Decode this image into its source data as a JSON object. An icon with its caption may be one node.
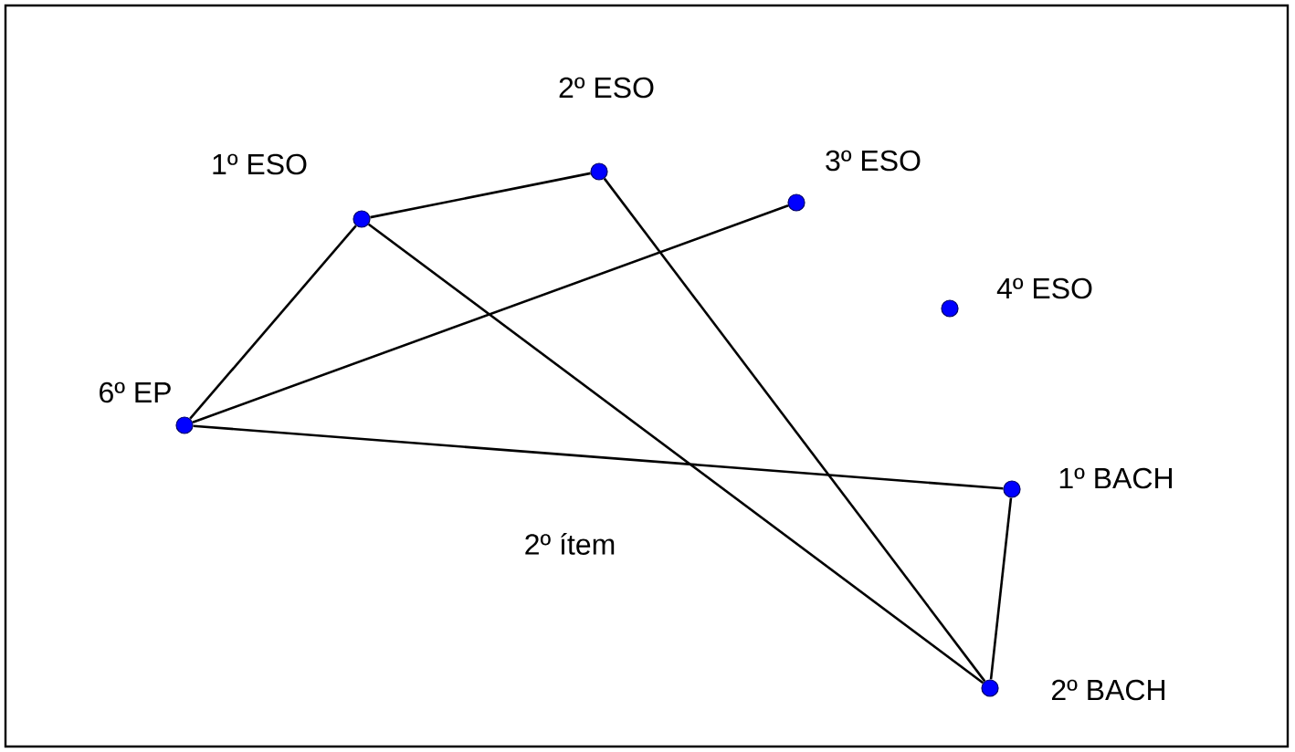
{
  "diagram": {
    "nodes": [
      {
        "text": [
          "2º ESO"
        ]
      },
      {
        "text": [
          "3º ESO"
        ]
      },
      {
        "text": [
          "1º ESO"
        ]
      },
      {
        "text": [
          "4º ESO"
        ]
      },
      {
        "text": [
          "6º EP"
        ]
      },
      {
        "text": [
          "1º BACH"
        ]
      },
      {
        "text": [
          "2º BACH"
        ]
      }
    ],
    "edges": [
      {
        "from": 2,
        "to": 0,
        "arrow": "none"
      },
      {
        "from": 2,
        "to": 4,
        "arrow": "none"
      },
      {
        "from": 2,
        "to": 6,
        "arrow": "none"
      },
      {
        "from": 0,
        "to": 6,
        "arrow": "none"
      },
      {
        "from": 4,
        "to": 1,
        "arrow": "none"
      },
      {
        "from": 4,
        "to": 5,
        "arrow": "none"
      },
      {
        "from": 5,
        "to": 6,
        "arrow": "none"
      }
    ],
    "labels": [
      "2º ítem"
    ]
  }
}
